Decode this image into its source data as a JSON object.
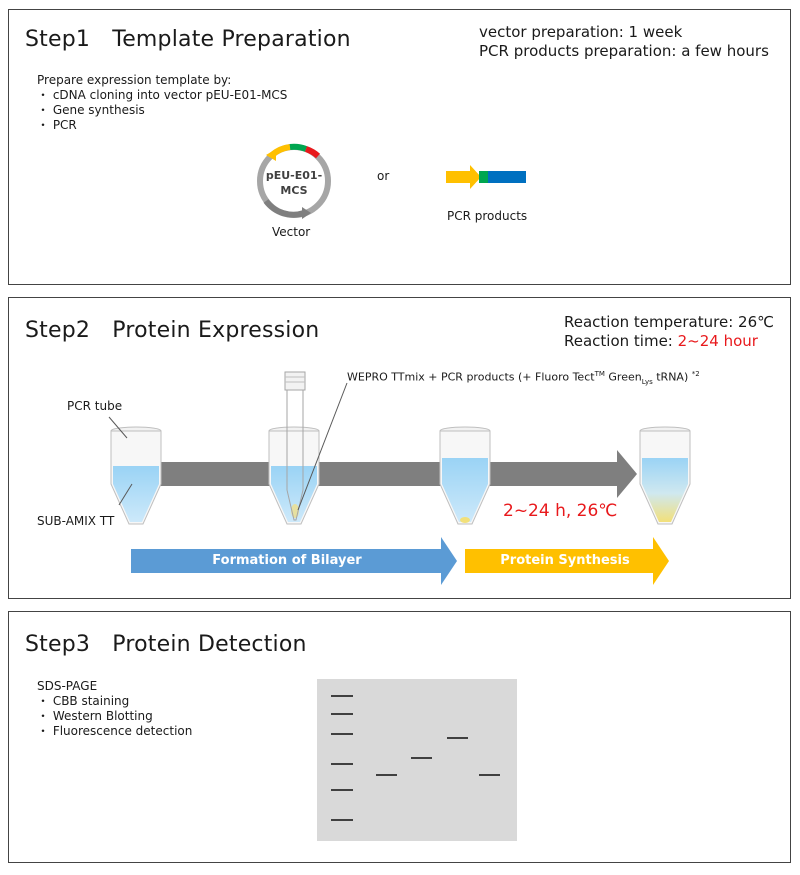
{
  "step1": {
    "title": "Step1　Template Preparation",
    "info_line1": "vector preparation: 1 week",
    "info_line2": "PCR products preparation: a few hours",
    "intro": "Prepare expression template by:",
    "methods": [
      "・ cDNA cloning into vector pEU-E01-MCS",
      "・ Gene synthesis",
      "・ PCR"
    ],
    "vector_name_line1": "pEU-E01-",
    "vector_name_line2": "MCS",
    "vector_label": "Vector",
    "or_label": "or",
    "pcr_label": "PCR products"
  },
  "step2": {
    "title": "Step2　Protein Expression",
    "temp_label": "Reaction temperature: 26℃",
    "time_label": "Reaction time: ",
    "time_value": "2~24 hour",
    "mix_pre": "WEPRO TTmix + PCR products (+ Fluoro Tect",
    "mix_tm": "TM",
    "mix_green": " Green",
    "mix_lys": "Lys",
    "mix_post": " tRNA) ",
    "mix_note": "*2",
    "tube_label": "PCR tube",
    "subamix_label": "SUB-AMIX TT",
    "incubation_label": "2~24 h, 26℃",
    "phase1": "Formation of Bilayer",
    "phase2": "Protein Synthesis"
  },
  "step3": {
    "title": "Step3　Protein Detection",
    "method_title": "SDS-PAGE",
    "methods": [
      "・ CBB staining",
      "・ Western Blotting",
      "・ Fluorescence detection"
    ]
  },
  "colors": {
    "blue_arrow": "#5b9bd5",
    "yellow_arrow": "#ffc000",
    "gray_arrow": "#7f7f7f",
    "red_text": "#e8191c",
    "gel_background": "#d9d9d9",
    "pcr_yellow": "#ffc000",
    "pcr_green": "#00a650",
    "pcr_blue": "#0070c0"
  }
}
